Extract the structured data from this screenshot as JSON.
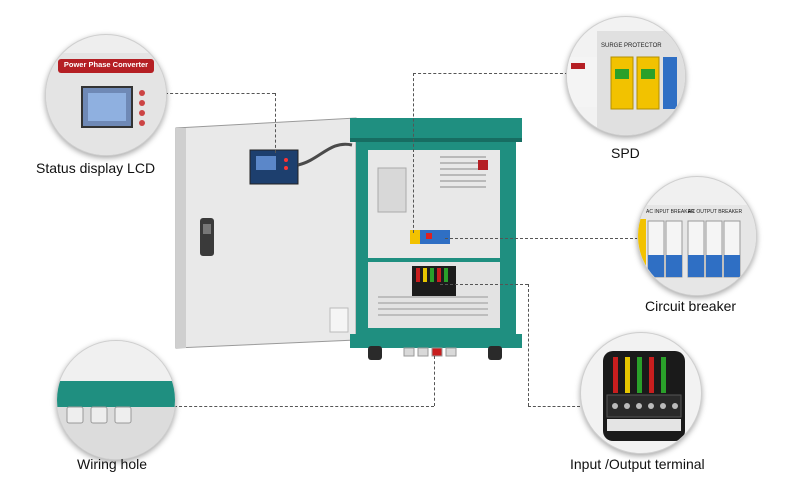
{
  "callouts": {
    "lcd": "Status display LCD",
    "spd": "SPD",
    "breaker": "Circuit breaker",
    "wiring": "Wiring hole",
    "terminal": "Input /Output terminal"
  },
  "insets": {
    "lcd_banner": "Power Phase Converter",
    "spd_header": "SURGE PROTECTOR",
    "breaker_left": "AC INPUT BREAKER",
    "breaker_right": "AC OUTPUT BREAKER"
  },
  "colors": {
    "cabinet_green": "#1f8f80",
    "panel_gray": "#e6e6e6",
    "banner_red": "#b51f24",
    "breaker_blue": "#2f6fc4",
    "spd_yellow": "#f2c200"
  }
}
